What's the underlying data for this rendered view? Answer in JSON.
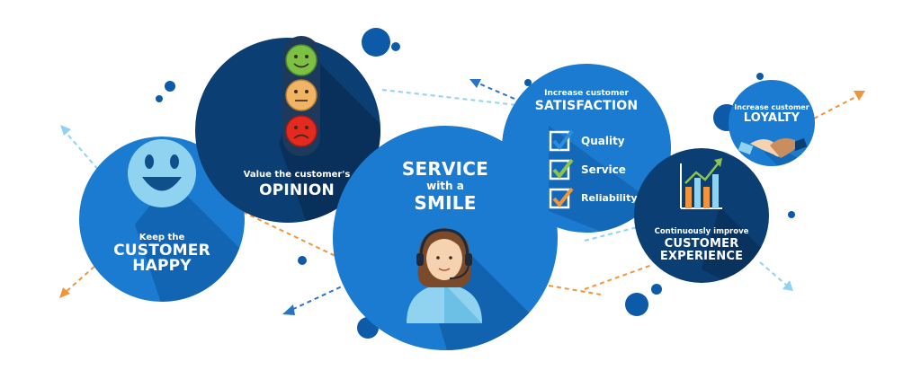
{
  "colors": {
    "circle_dark": "#0b3f73",
    "circle_mid": "#0f5ea8",
    "circle_bright": "#1a7bd0",
    "dot": "#0d5aa8",
    "arrow_orange": "#f2953a",
    "arrow_light_blue": "#8fd3f0",
    "arrow_blue": "#2a74c5",
    "check": "#8fc44b"
  },
  "bubbles": {
    "happy": {
      "line1": "Keep the",
      "line2": "CUSTOMER",
      "line3": "HAPPY",
      "icon": "smiley-face-icon"
    },
    "opinion": {
      "line1": "Value the customer's",
      "line2": "OPINION",
      "icon": "rating-faces-icon"
    },
    "smile": {
      "line1": "SERVICE",
      "line2": "with a",
      "line3": "SMILE",
      "icon": "support-agent-headset-icon"
    },
    "satisfaction": {
      "line1": "Increase customer",
      "line2": "SATISFACTION",
      "checklist": [
        "Quality",
        "Service",
        "Reliability"
      ],
      "icon": "checkbox-icon"
    },
    "experience": {
      "line1": "Continuously improve",
      "line2": "CUSTOMER",
      "line3": "EXPERIENCE",
      "icon": "bar-chart-growth-icon"
    },
    "loyalty": {
      "line1": "Increase customer",
      "line2": "LOYALTY",
      "icon": "handshake-icon"
    }
  }
}
